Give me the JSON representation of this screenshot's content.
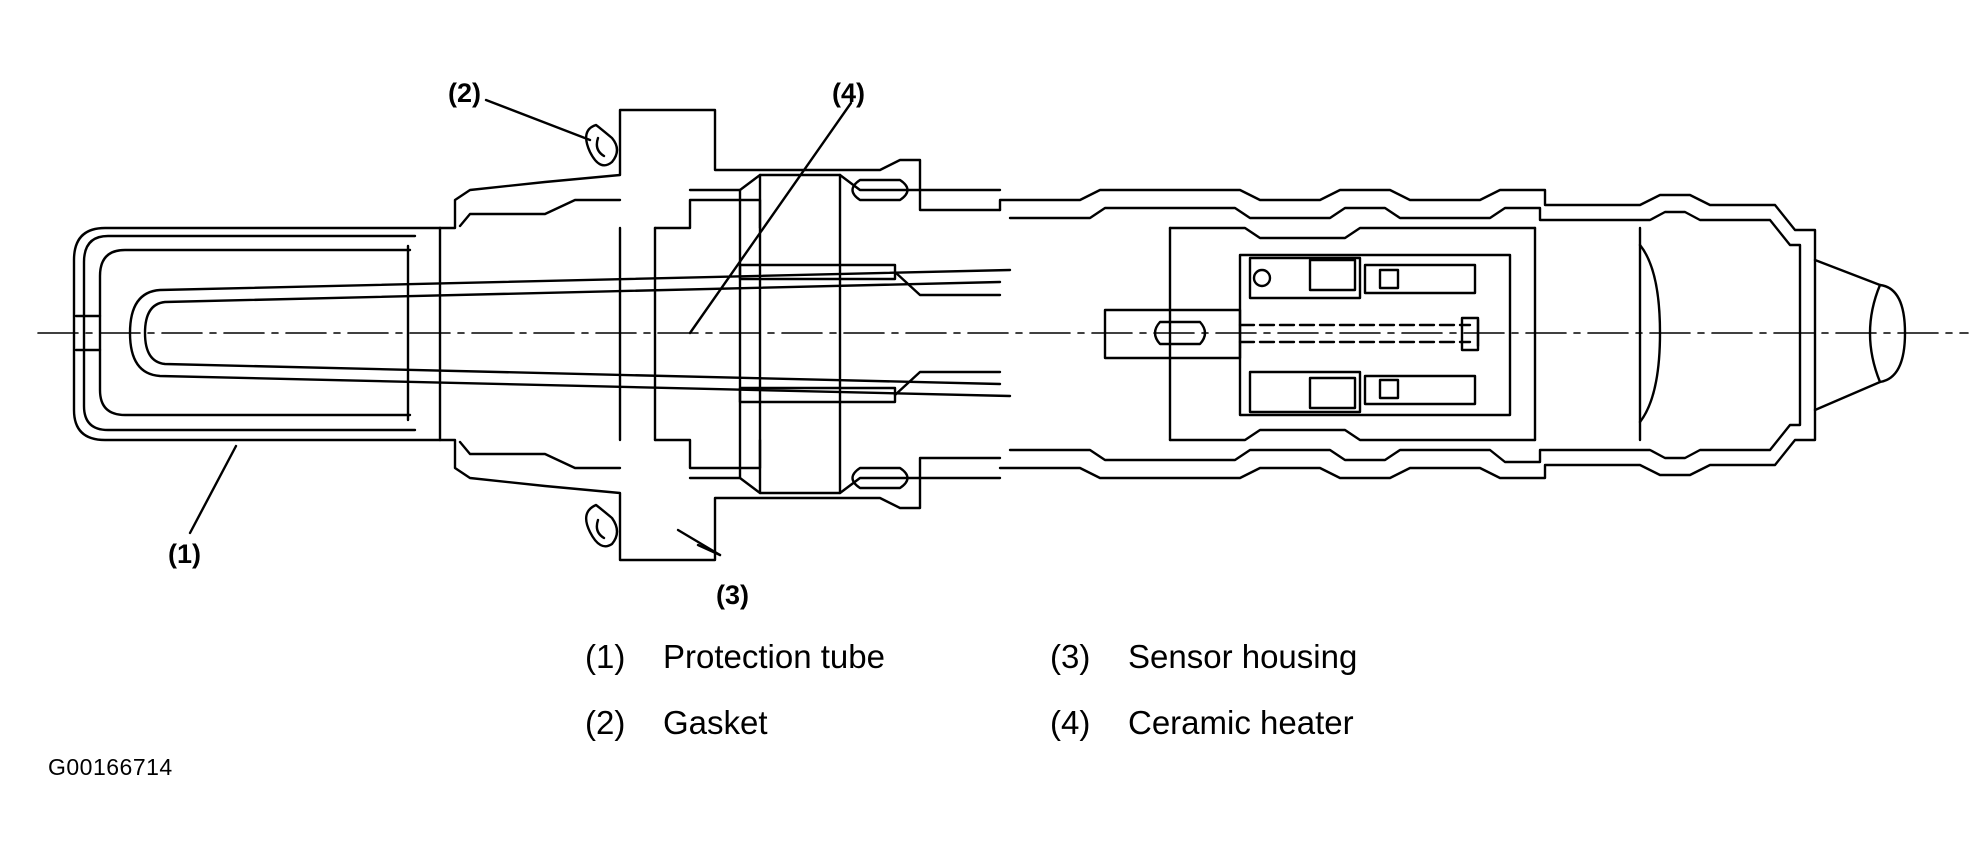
{
  "callouts": {
    "c1": "(1)",
    "c2": "(2)",
    "c3": "(3)",
    "c4": "(4)"
  },
  "legend": [
    {
      "num": "(1)",
      "text": "Protection tube"
    },
    {
      "num": "(2)",
      "text": "Gasket"
    },
    {
      "num": "(3)",
      "text": "Sensor housing"
    },
    {
      "num": "(4)",
      "text": "Ceramic heater"
    }
  ],
  "figure_id": "G00166714",
  "colors": {
    "line": "#000000",
    "background": "#ffffff"
  }
}
